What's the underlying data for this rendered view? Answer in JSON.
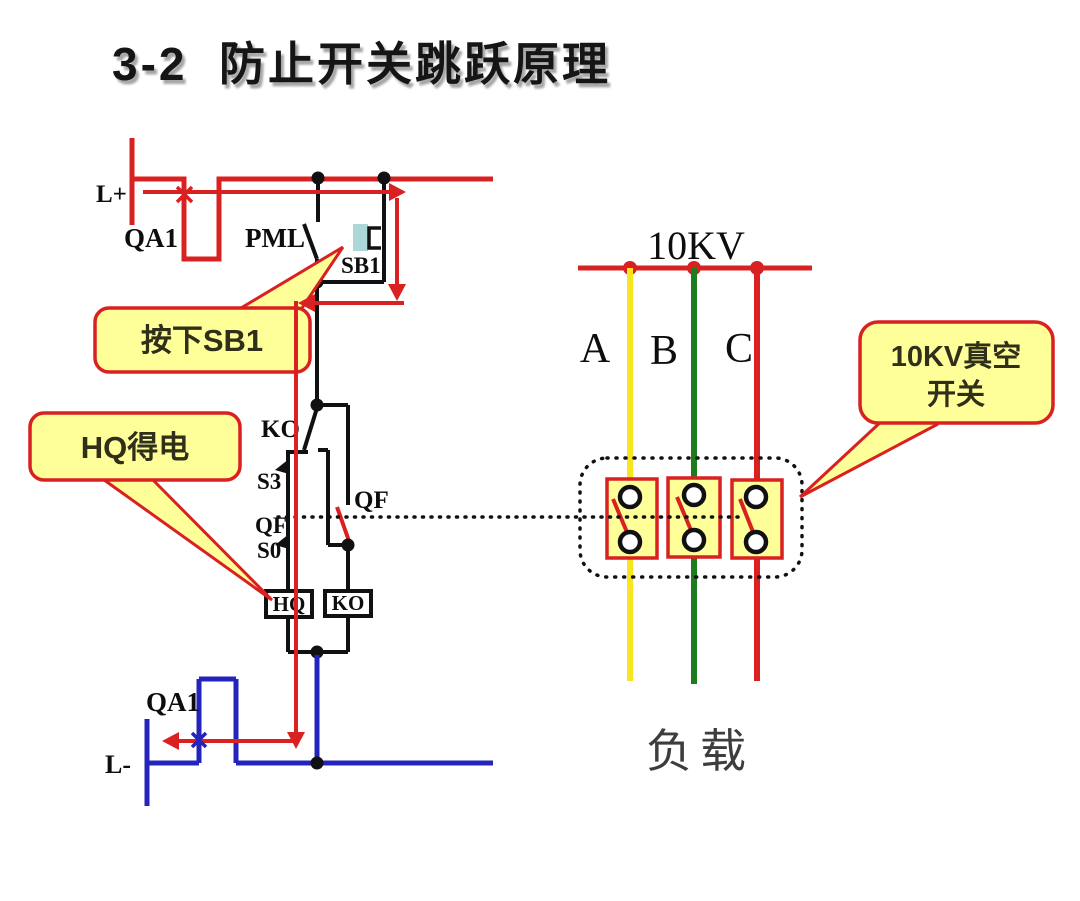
{
  "title": "3-2  防止开关跳跃原理",
  "control_circuit": {
    "rail_positive_label": "L+",
    "breaker_top_label": "QA1",
    "pml_contact_label": "PML",
    "button_label": "SB1",
    "ko_contact_label": "KO",
    "s3_contact_label": "S3",
    "qf_left_contact_label": "QF",
    "s0_contact_label": "S0",
    "qf_right_contact_label": "QF",
    "hq_coil_label": "HQ",
    "ko_coil_label": "KO",
    "breaker_bottom_label": "QA1",
    "rail_negative_label": "L-"
  },
  "callouts": {
    "press_sb1": "按下SB1",
    "hq_energized": "HQ得电",
    "vacuum_switch_line1": "10KV真空",
    "vacuum_switch_line2": "开关"
  },
  "power_circuit": {
    "bus_label": "10KV",
    "phase_labels": [
      "A",
      "B",
      "C"
    ],
    "load_label": "负载"
  },
  "colors": {
    "wire_red": "#d92121",
    "wire_black": "#111111",
    "wire_blue": "#2323bd",
    "phase_a_yellow": "#f6e51f",
    "phase_b_green": "#1d7c1d",
    "phase_c_red": "#d92121",
    "callout_fill": "#ffff99",
    "button_pad_teal": "#aed8d8",
    "coil_box_fill": "#ffffff",
    "terminal_fill": "#ffffff"
  }
}
